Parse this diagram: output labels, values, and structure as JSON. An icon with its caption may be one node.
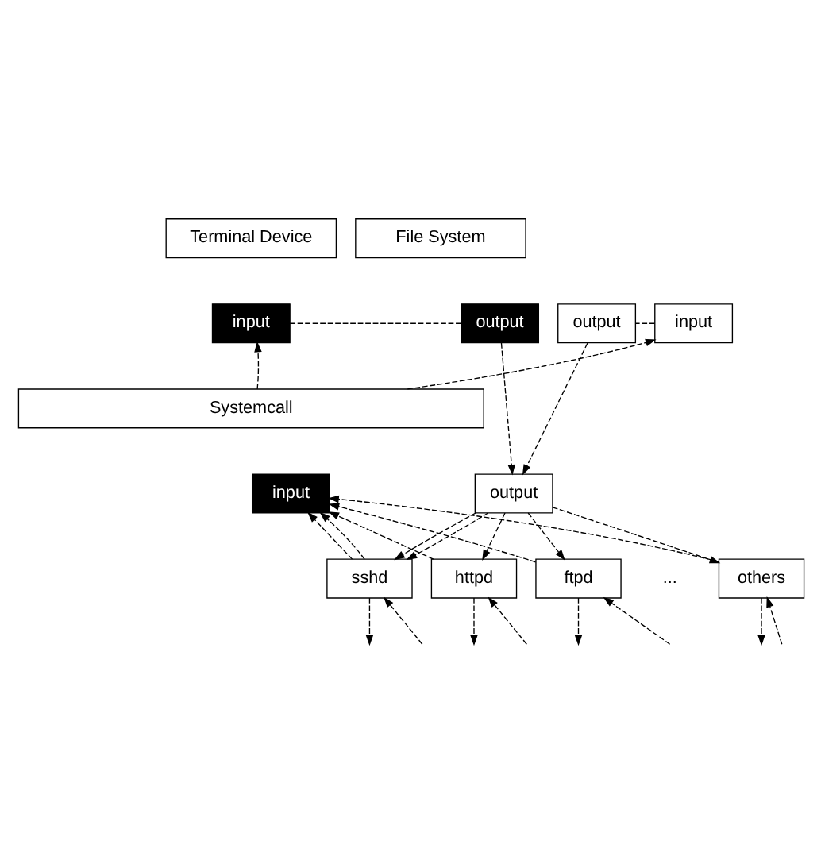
{
  "diagram": {
    "nodes": [
      {
        "text": [
          "Terminal Device"
        ]
      },
      {
        "text": [
          "input"
        ]
      },
      {
        "text": [
          "output"
        ]
      },
      {
        "text": [
          "File System"
        ]
      },
      {
        "text": [
          "input"
        ]
      },
      {
        "text": [
          "output"
        ]
      },
      {
        "text": [
          "Systemcall"
        ]
      },
      {
        "text": [
          "input"
        ]
      },
      {
        "text": [
          "output"
        ]
      },
      {
        "text": [
          "sshd"
        ]
      },
      {
        "text": [
          "httpd"
        ]
      },
      {
        "text": [
          "ftpd"
        ]
      },
      {
        "text": [
          "others"
        ]
      }
    ],
    "edges": [
      {
        "from": 1,
        "to": 2,
        "arrow": "none",
        "style": "dashed"
      },
      {
        "from": 4,
        "to": 5,
        "arrow": "none",
        "style": "dashed"
      },
      {
        "from": 6,
        "to": 1,
        "arrow": "to",
        "style": "dashed"
      },
      {
        "from": 2,
        "to": 8,
        "arrow": "to",
        "style": "dashed"
      },
      {
        "from": 6,
        "to": 4,
        "arrow": "to",
        "style": "dashed"
      },
      {
        "from": 5,
        "to": 8,
        "arrow": "to",
        "style": "dashed"
      },
      {
        "from": 9,
        "to": 7,
        "arrow": "to",
        "style": "dashed"
      },
      {
        "from": 9,
        "to": 7,
        "arrow": "to",
        "style": "dashed"
      },
      {
        "from": 10,
        "to": 7,
        "arrow": "to",
        "style": "dashed"
      },
      {
        "from": 11,
        "to": 7,
        "arrow": "to",
        "style": "dashed"
      },
      {
        "from": 12,
        "to": 7,
        "arrow": "to",
        "style": "dashed"
      },
      {
        "from": 8,
        "to": 9,
        "arrow": "to",
        "style": "dashed"
      },
      {
        "from": 8,
        "to": 9,
        "arrow": "to",
        "style": "dashed"
      },
      {
        "from": 8,
        "to": 10,
        "arrow": "to",
        "style": "dashed"
      },
      {
        "from": 8,
        "to": 11,
        "arrow": "to",
        "style": "dashed"
      },
      {
        "from": 8,
        "to": 12,
        "arrow": "to",
        "style": "dashed"
      },
      {
        "from": null,
        "to": 9,
        "arrow": "to",
        "style": "dashed"
      },
      {
        "from": 9,
        "to": null,
        "arrow": "to",
        "style": "dashed"
      },
      {
        "from": null,
        "to": 10,
        "arrow": "to",
        "style": "dashed"
      },
      {
        "from": 10,
        "to": null,
        "arrow": "to",
        "style": "dashed"
      },
      {
        "from": null,
        "to": 11,
        "arrow": "to",
        "style": "dashed"
      },
      {
        "from": 11,
        "to": null,
        "arrow": "to",
        "style": "dashed"
      },
      {
        "from": null,
        "to": 12,
        "arrow": "to",
        "style": "dashed"
      },
      {
        "from": 12,
        "to": null,
        "arrow": "to",
        "style": "dashed"
      }
    ],
    "labels": [
      "..."
    ]
  }
}
